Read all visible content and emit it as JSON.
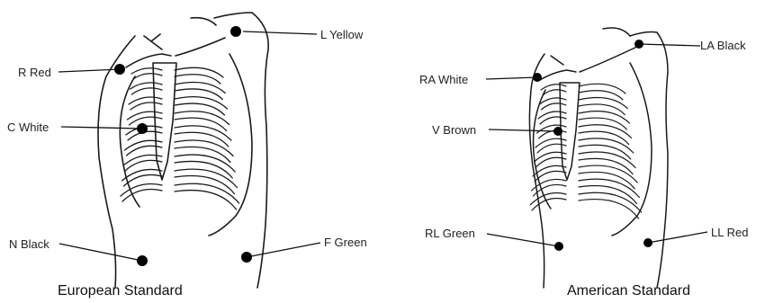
{
  "diagrams": [
    {
      "electrodes": [
        {
          "label": "R Red"
        },
        {
          "label": "L Yellow"
        },
        {
          "label": "C White"
        },
        {
          "label": "N Black"
        },
        {
          "label": "F Green"
        }
      ],
      "caption": "European Standard"
    },
    {
      "electrodes": [
        {
          "label": "RA White"
        },
        {
          "label": "LA Black"
        },
        {
          "label": "V Brown"
        },
        {
          "label": "RL Green"
        },
        {
          "label": "LL Red"
        }
      ],
      "caption": "American Standard"
    }
  ],
  "colors": {
    "ink": "#111111",
    "background": "#ffffff"
  }
}
